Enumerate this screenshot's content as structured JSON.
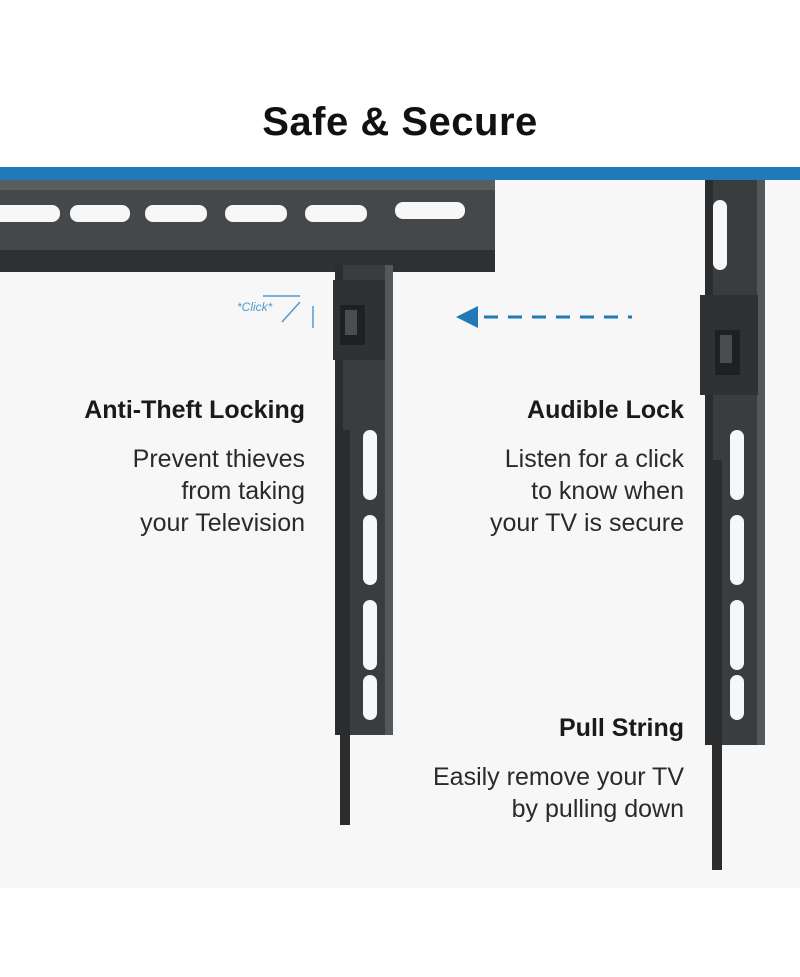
{
  "title": "Safe & Secure",
  "click_label": "*Click*",
  "features": {
    "anti_theft": {
      "heading": "Anti-Theft Locking",
      "lines": [
        "Prevent thieves",
        "from taking",
        "your Television"
      ]
    },
    "audible_lock": {
      "heading": "Audible Lock",
      "lines": [
        "Listen for a click",
        "to know when",
        "your TV is secure"
      ]
    },
    "pull_string": {
      "heading": "Pull String",
      "lines": [
        "Easily remove your TV",
        "by pulling down"
      ]
    }
  },
  "colors": {
    "accent_blue": "#1f7ab7",
    "bracket_dark": "#3a3d40",
    "background": "#f7f7f7"
  },
  "icons": [
    "dashed-arrow-left-icon",
    "click-sound-icon"
  ]
}
